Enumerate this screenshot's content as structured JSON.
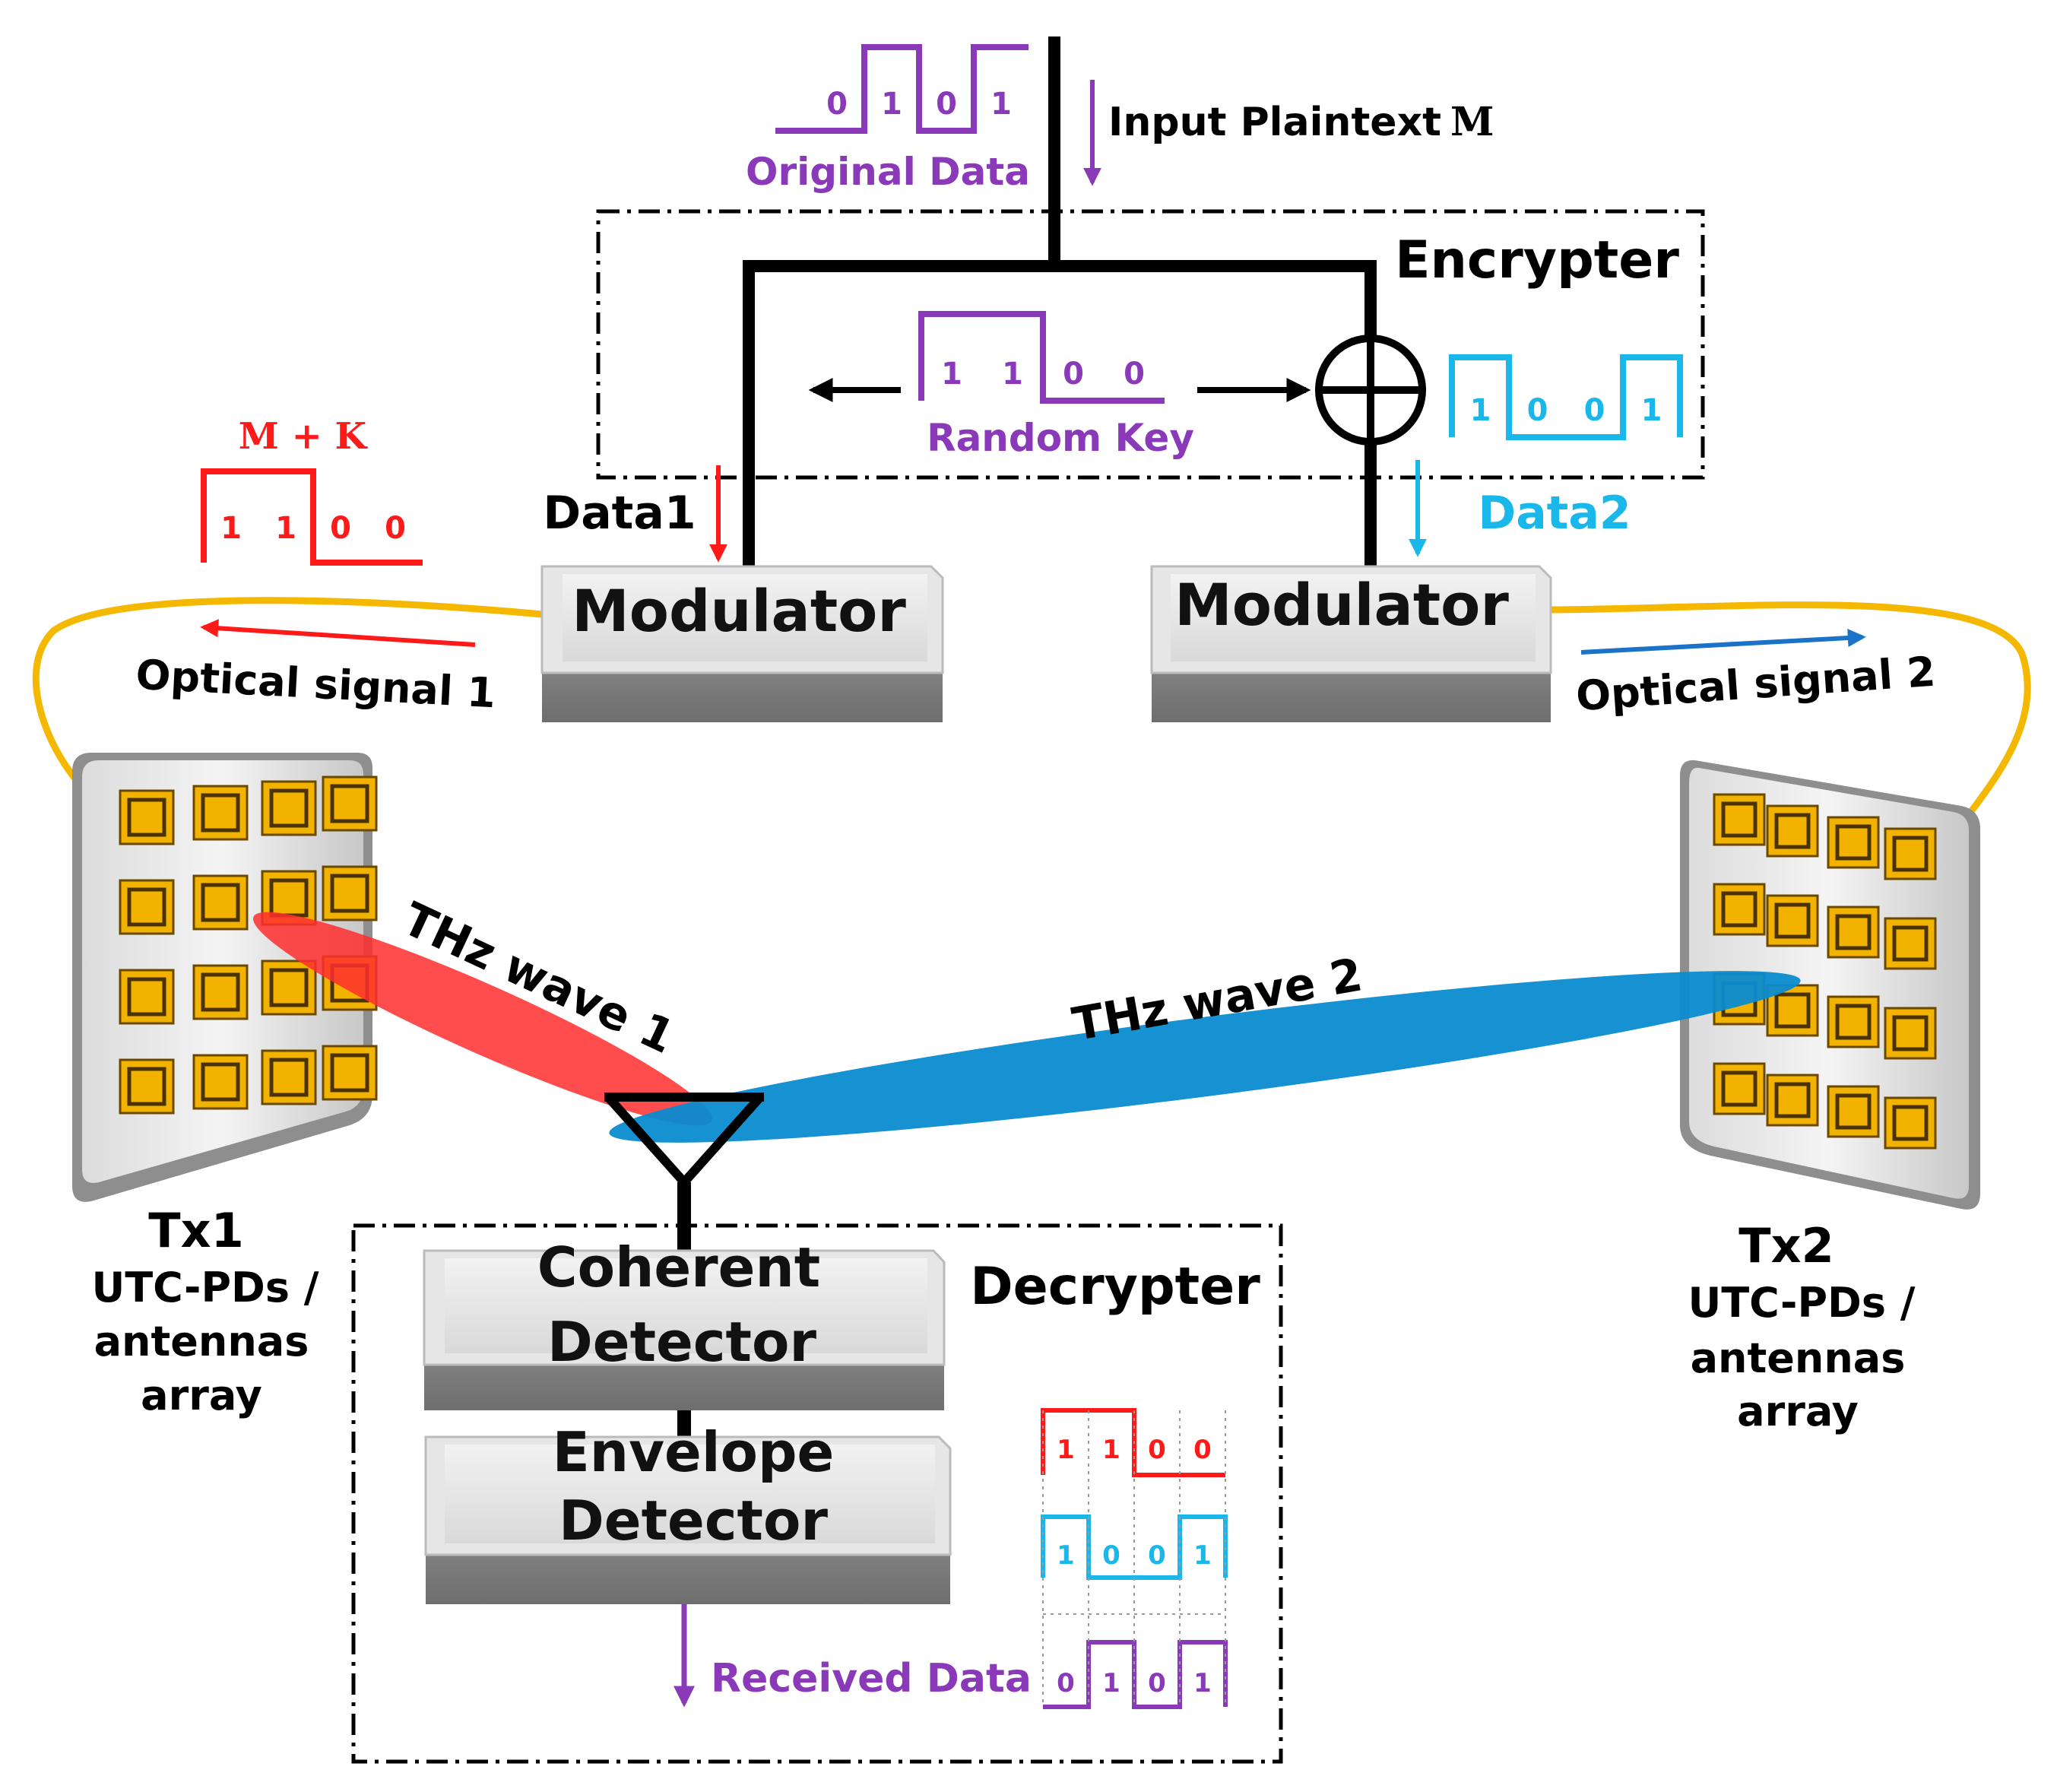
{
  "input": {
    "label": "Input Plaintext",
    "symbol": "M",
    "original_data_label": "Original Data",
    "original_bits": [
      "0",
      "1",
      "0",
      "1"
    ]
  },
  "encrypter": {
    "label": "Encrypter",
    "random_key_label": "Random Key",
    "key_bits": [
      "1",
      "1",
      "0",
      "0"
    ],
    "xor_output_bits": [
      "1",
      "0",
      "0",
      "1"
    ]
  },
  "data1_label": "Data1",
  "data2_label": "Data2",
  "mk": {
    "label": "M + K",
    "bits": [
      "1",
      "1",
      "0",
      "0"
    ]
  },
  "modulator1_label": "Modulator",
  "modulator2_label": "Modulator",
  "optical1_label": "Optical signal 1",
  "optical2_label": "Optical signal 2",
  "thz1_label": "THz wave 1",
  "thz2_label": "THz wave 2",
  "tx1": {
    "title": "Tx1",
    "line1": "UTC-PDs /",
    "line2": "antennas",
    "line3": "array"
  },
  "tx2": {
    "title": "Tx2",
    "line1": "UTC-PDs /",
    "line2": "antennas",
    "line3": "array"
  },
  "decrypter": {
    "label": "Decrypter",
    "coherent_line1": "Coherent",
    "coherent_line2": "Detector",
    "envelope_line1": "Envelope",
    "envelope_line2": "Detector",
    "received_label": "Received Data",
    "red_bits": [
      "1",
      "1",
      "0",
      "0"
    ],
    "blue_bits": [
      "1",
      "0",
      "0",
      "1"
    ],
    "purple_bits": [
      "0",
      "1",
      "0",
      "1"
    ]
  },
  "colors": {
    "purple": "#8a3ab9",
    "red": "#ff1a1a",
    "cyan": "#1ab7ea",
    "blue": "#1a73c9",
    "fiber": "#f5b800",
    "pad": "#f2b300",
    "thz_red": "#ff2e2e",
    "thz_blue": "#0a8bd0"
  }
}
